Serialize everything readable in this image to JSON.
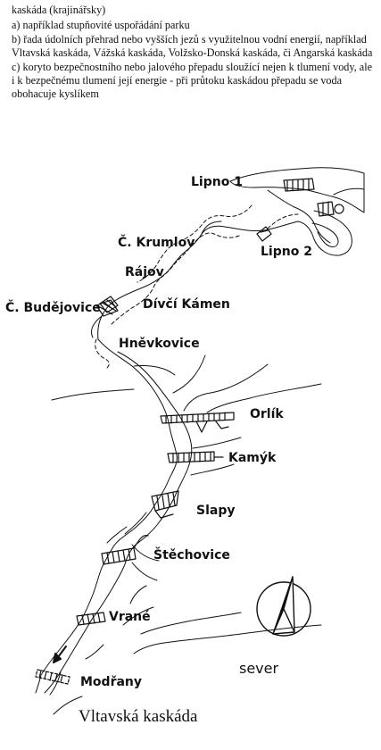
{
  "definition": {
    "term": "kaskáda (krajinářsky)",
    "items": [
      "a) například stupňovité uspořádání parku",
      "b) řada údolních přehrad nebo vyšších jezů s využitelnou vodní energií, například Vltavská kaskáda, Vážská kaskáda, Volžsko-Donská kaskáda, či Angarská kaskáda",
      "c) koryto bezpečnostního nebo jalového přepadu sloužící nejen k tlumení vody, ale i k bezpečnému tlumení její energie - při průtoku kaskádou přepadu se voda obohacuje kyslíkem"
    ]
  },
  "map": {
    "dams": [
      "Lipno 1",
      "Lipno 2",
      "Hněvkovice",
      "Orlík",
      "Kamýk",
      "Slapy",
      "Štěchovice",
      "Vrané",
      "Modřany"
    ],
    "towns": [
      "Č. Krumlov",
      "Rájov",
      "Č. Budějovice",
      "Dívčí Kámen"
    ],
    "compass_label": "sever",
    "caption": "Vltavská kaskáda"
  }
}
